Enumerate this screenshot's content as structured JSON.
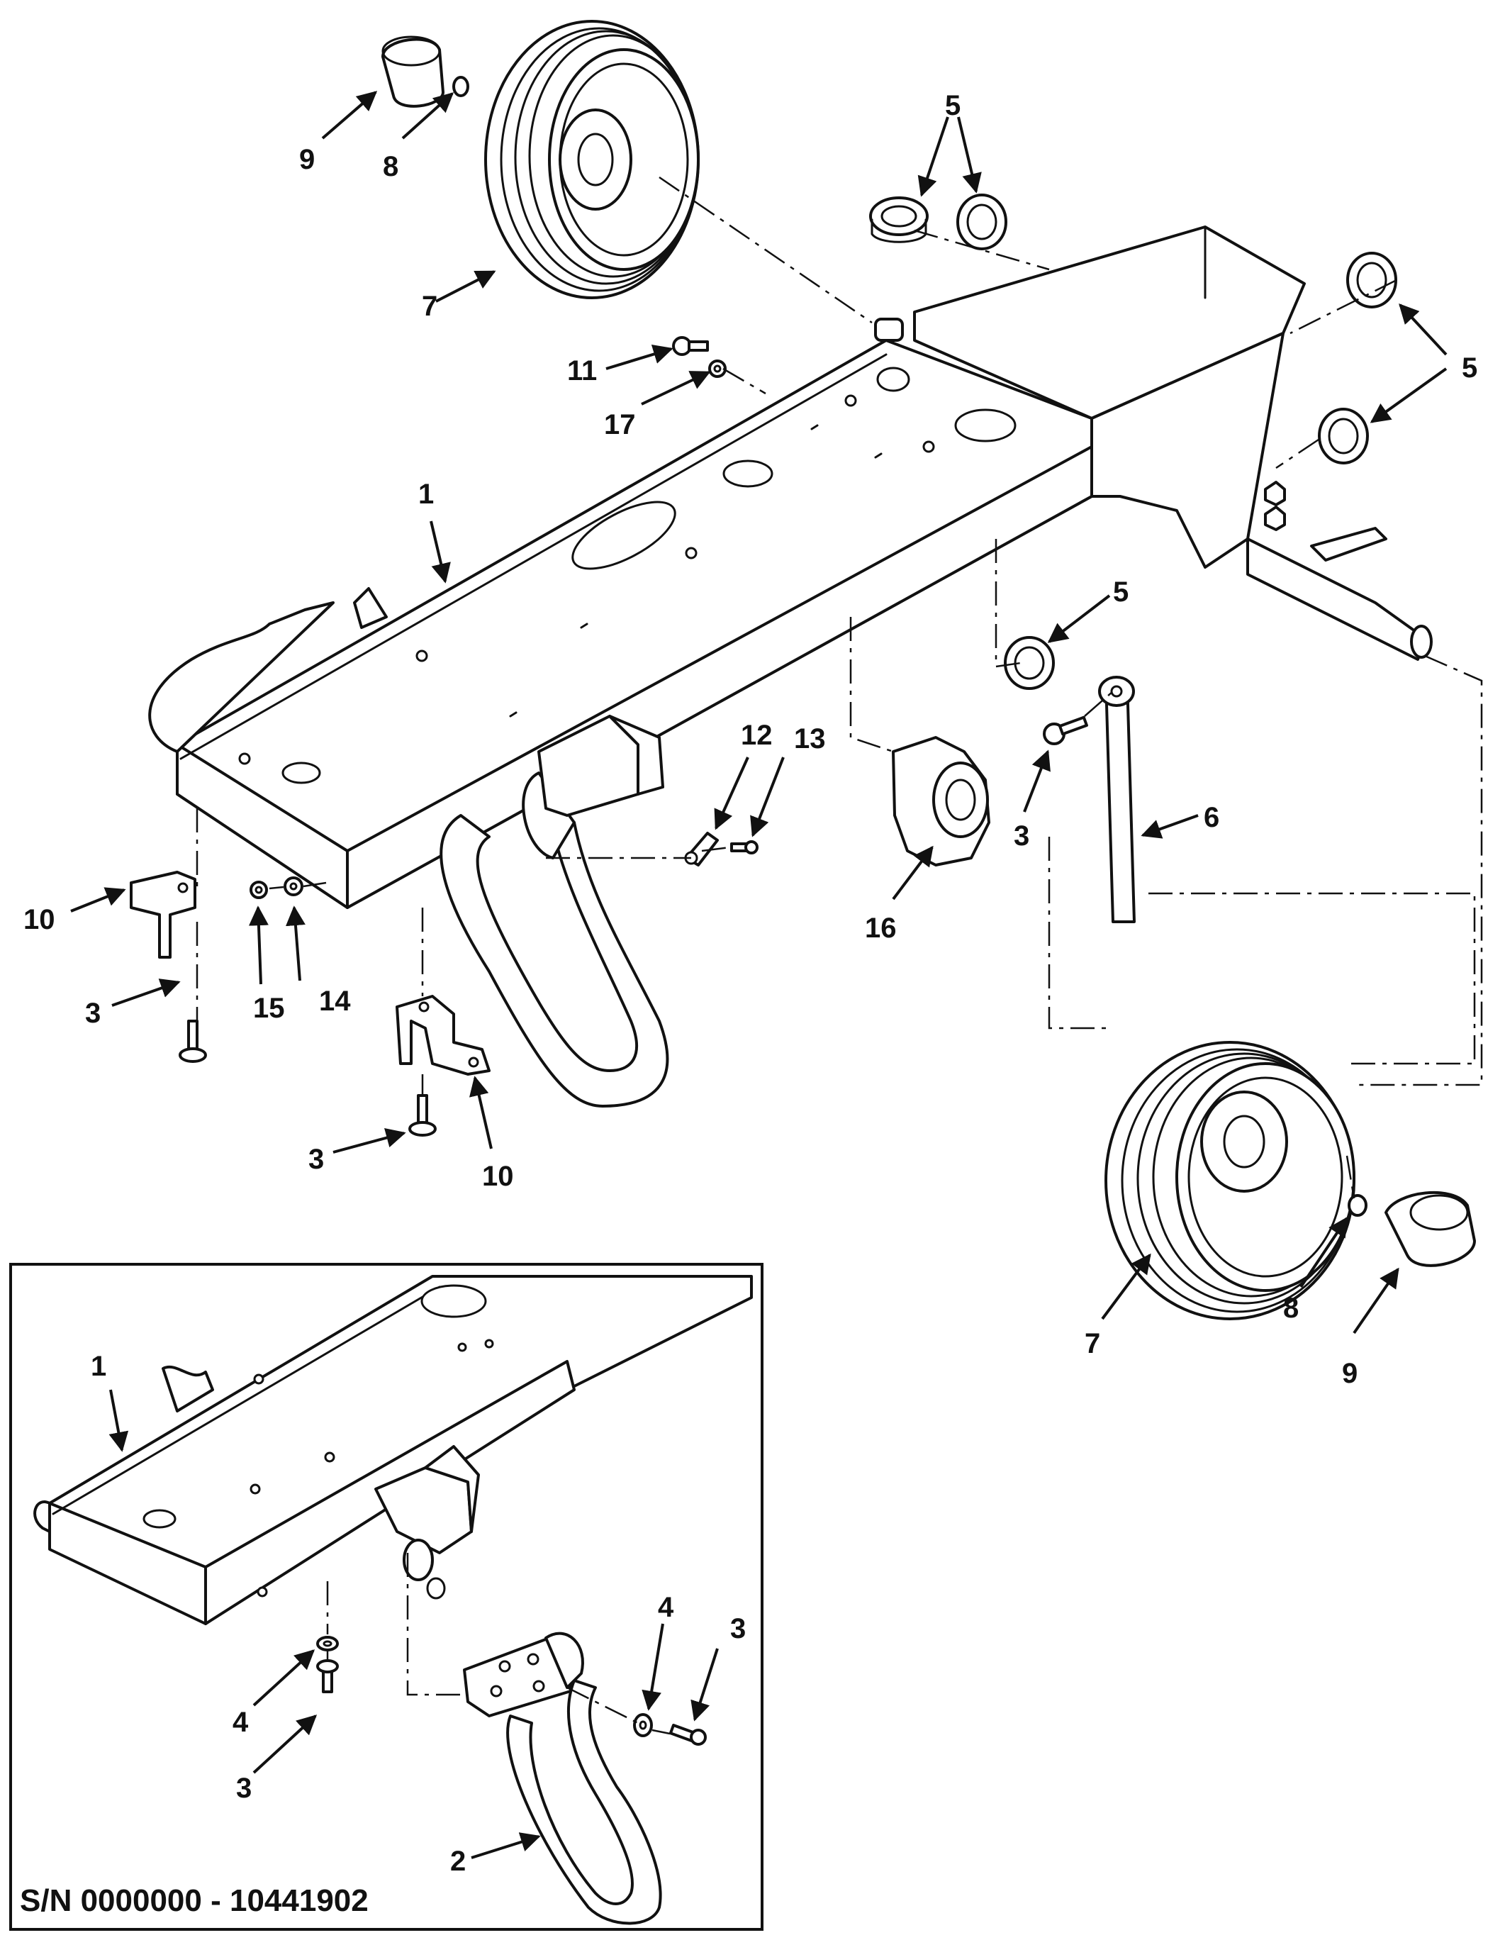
{
  "diagram": {
    "callouts": {
      "c1": "1",
      "c2": "2",
      "c3": "3",
      "c4": "4",
      "c5": "5",
      "c6": "6",
      "c7": "7",
      "c8": "8",
      "c9": "9",
      "c10": "10",
      "c11": "11",
      "c12": "12",
      "c13": "13",
      "c14": "14",
      "c15": "15",
      "c16": "16",
      "c17": "17"
    },
    "inset": {
      "serial_range": "S/N 0000000 - 10441902"
    }
  }
}
